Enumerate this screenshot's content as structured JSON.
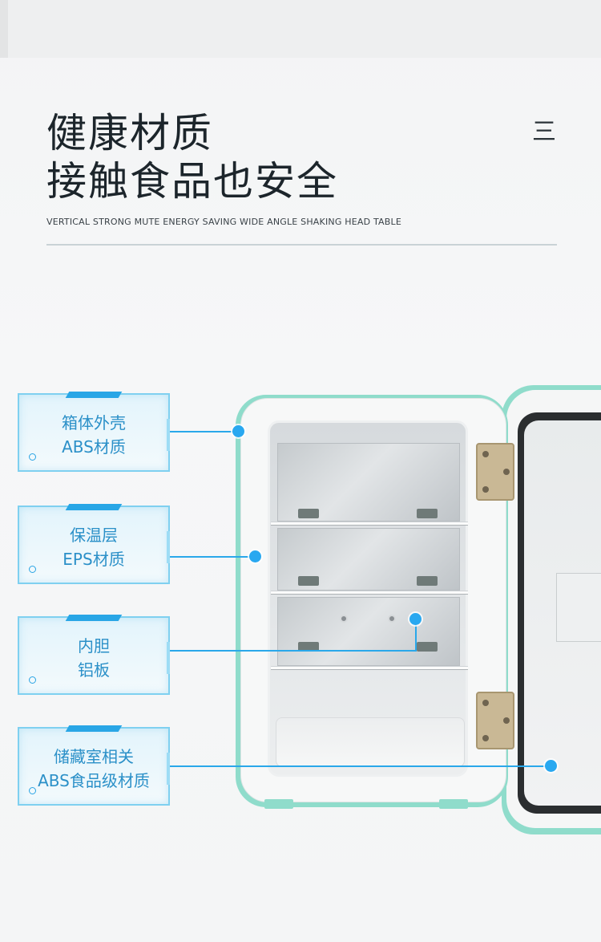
{
  "heading": {
    "line1": "健康材质",
    "line2": "接触食品也安全",
    "menu_glyph": "三",
    "subtitle": "VERTICAL STRONG MUTE ENERGY SAVING WIDE ANGLE SHAKING HEAD TABLE"
  },
  "callouts": [
    {
      "line1": "箱体外壳",
      "line2": "ABS材质"
    },
    {
      "line1": "保温层",
      "line2": "EPS材质"
    },
    {
      "line1": "内胆",
      "line2": "铝板"
    },
    {
      "line1": "储藏室相关",
      "line2": "ABS食品级材质"
    }
  ],
  "colors": {
    "accent": "#2aa8ea",
    "card_text": "#2b90c8",
    "fridge_mint": "#8fdccb",
    "heading": "#1c252b"
  }
}
